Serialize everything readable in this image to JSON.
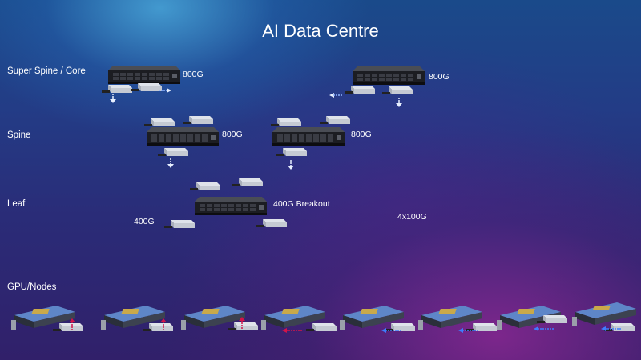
{
  "title": "AI Data Centre",
  "tiers": {
    "super_spine": "Super Spine / Core",
    "spine": "Spine",
    "leaf": "Leaf",
    "gpu_nodes": "GPU/Nodes"
  },
  "speeds": {
    "super_spine_left": "800G",
    "super_spine_right": "800G",
    "spine_left": "800G",
    "spine_right": "800G",
    "leaf_breakout": "400G Breakout",
    "leaf_400g": "400G",
    "leaf_4x100g": "4x100G"
  },
  "colors": {
    "arrow_white": "#e8f0ff",
    "arrow_blue": "#3f7dff",
    "arrow_red": "#d2144a"
  }
}
